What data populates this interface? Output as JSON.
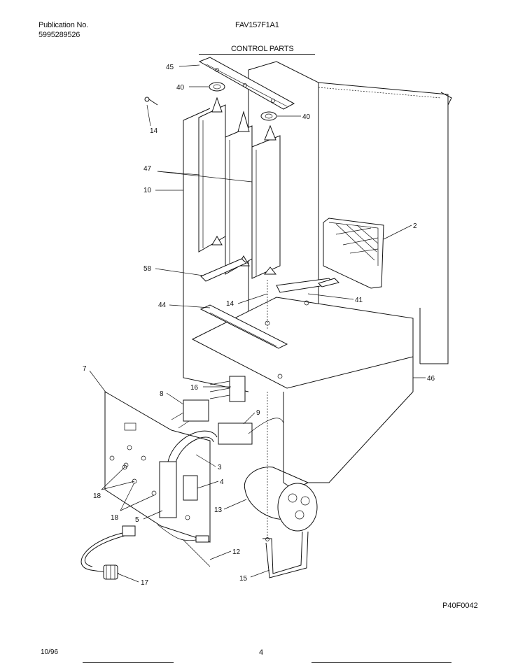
{
  "header": {
    "publication_label": "Publication No.",
    "publication_number": "5995289526",
    "model": "FAV157F1A1",
    "section_title": "CONTROL PARTS"
  },
  "footer": {
    "diagram_code": "P40F0042",
    "date_code": "10/96",
    "page_number": "4"
  },
  "callouts": {
    "c45": "45",
    "c40a": "40",
    "c40b": "40",
    "c14a": "14",
    "c47": "47",
    "c10": "10",
    "c2": "2",
    "c58": "58",
    "c14b": "14",
    "c41": "41",
    "c44": "44",
    "c16": "16",
    "c46": "46",
    "c7": "7",
    "c8": "8",
    "c9": "9",
    "c3": "3",
    "c4": "4",
    "c18a": "18",
    "c18b": "18",
    "c5": "5",
    "c13": "13",
    "c12": "12",
    "c17": "17",
    "c15": "15"
  }
}
